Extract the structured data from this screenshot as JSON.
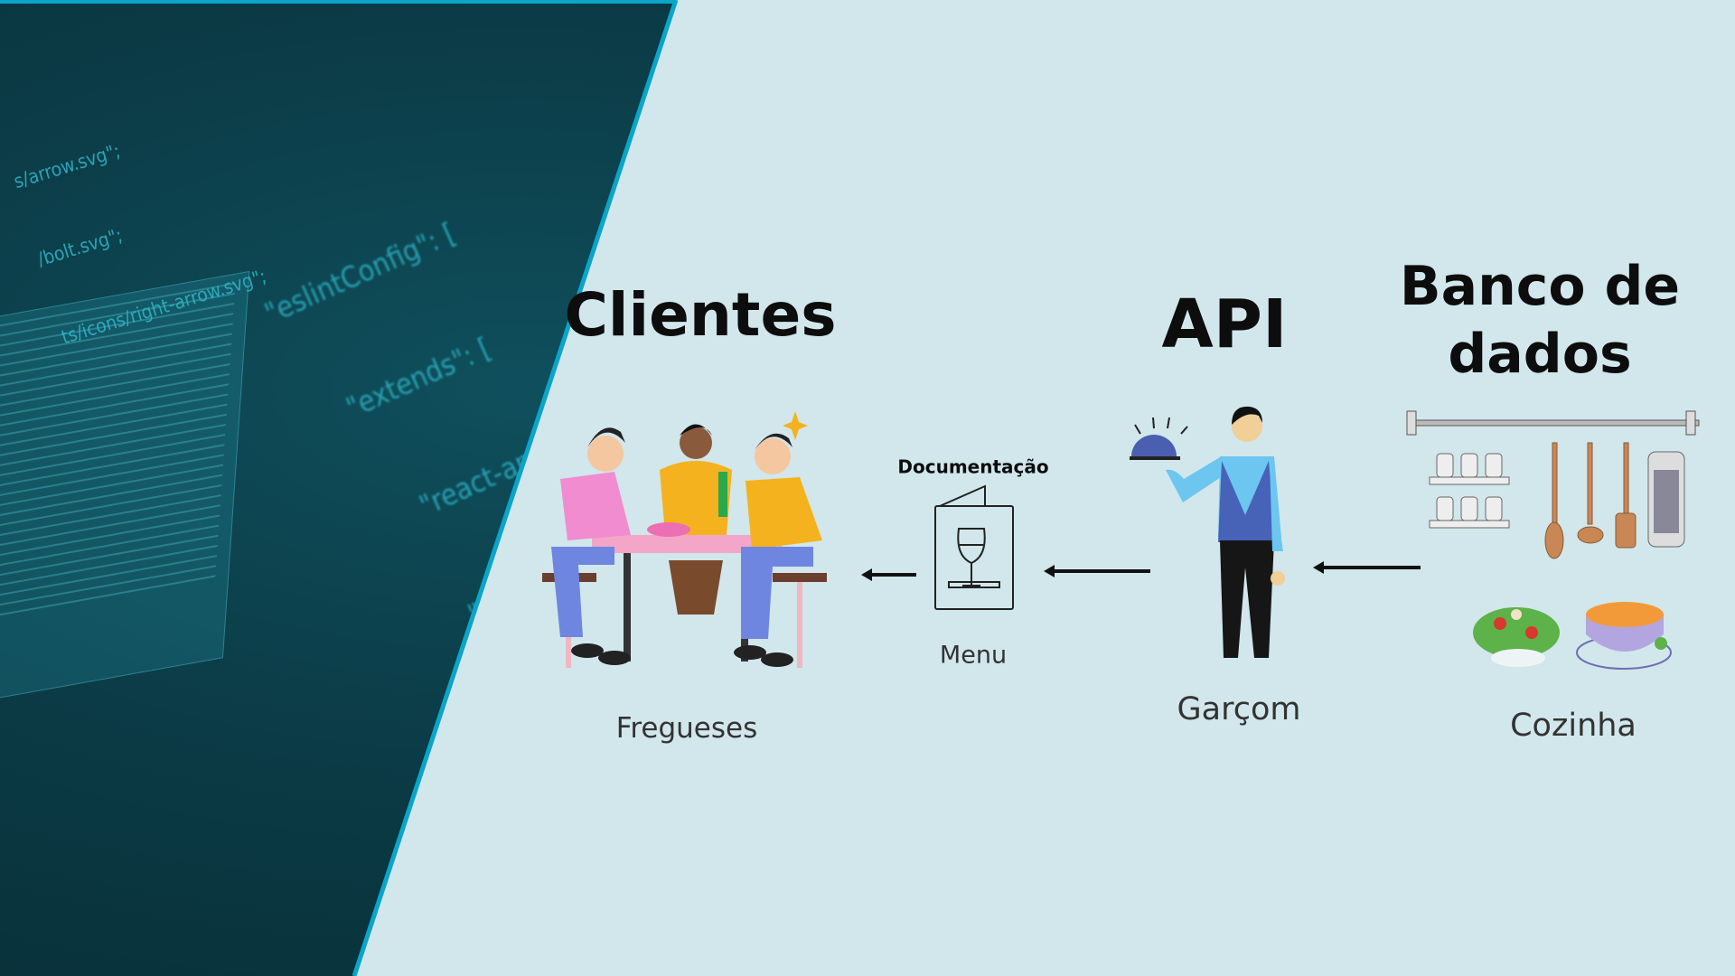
{
  "background_code": {
    "lines_small": [
      "s/arrow.svg\";",
      "/bolt.svg\";",
      "ts/icons/right-arrow.svg\";"
    ],
    "lines_large": [
      "\"eslintConfig\": [",
      "\"extends\": [",
      "\"react-app\",",
      "\"react-app\"",
      "]",
      "},"
    ]
  },
  "diagram": {
    "clients": {
      "title": "Clientes",
      "caption": "Fregueses"
    },
    "menu": {
      "title": "Documentação",
      "caption": "Menu"
    },
    "api": {
      "title": "API",
      "caption": "Garçom"
    },
    "database": {
      "title_line1": "Banco de",
      "title_line2": "dados",
      "caption": "Cozinha"
    }
  },
  "colors": {
    "background": "#d1e7eb",
    "dark_panel": "#0b3b46",
    "accent_border": "#0ba5c9"
  }
}
